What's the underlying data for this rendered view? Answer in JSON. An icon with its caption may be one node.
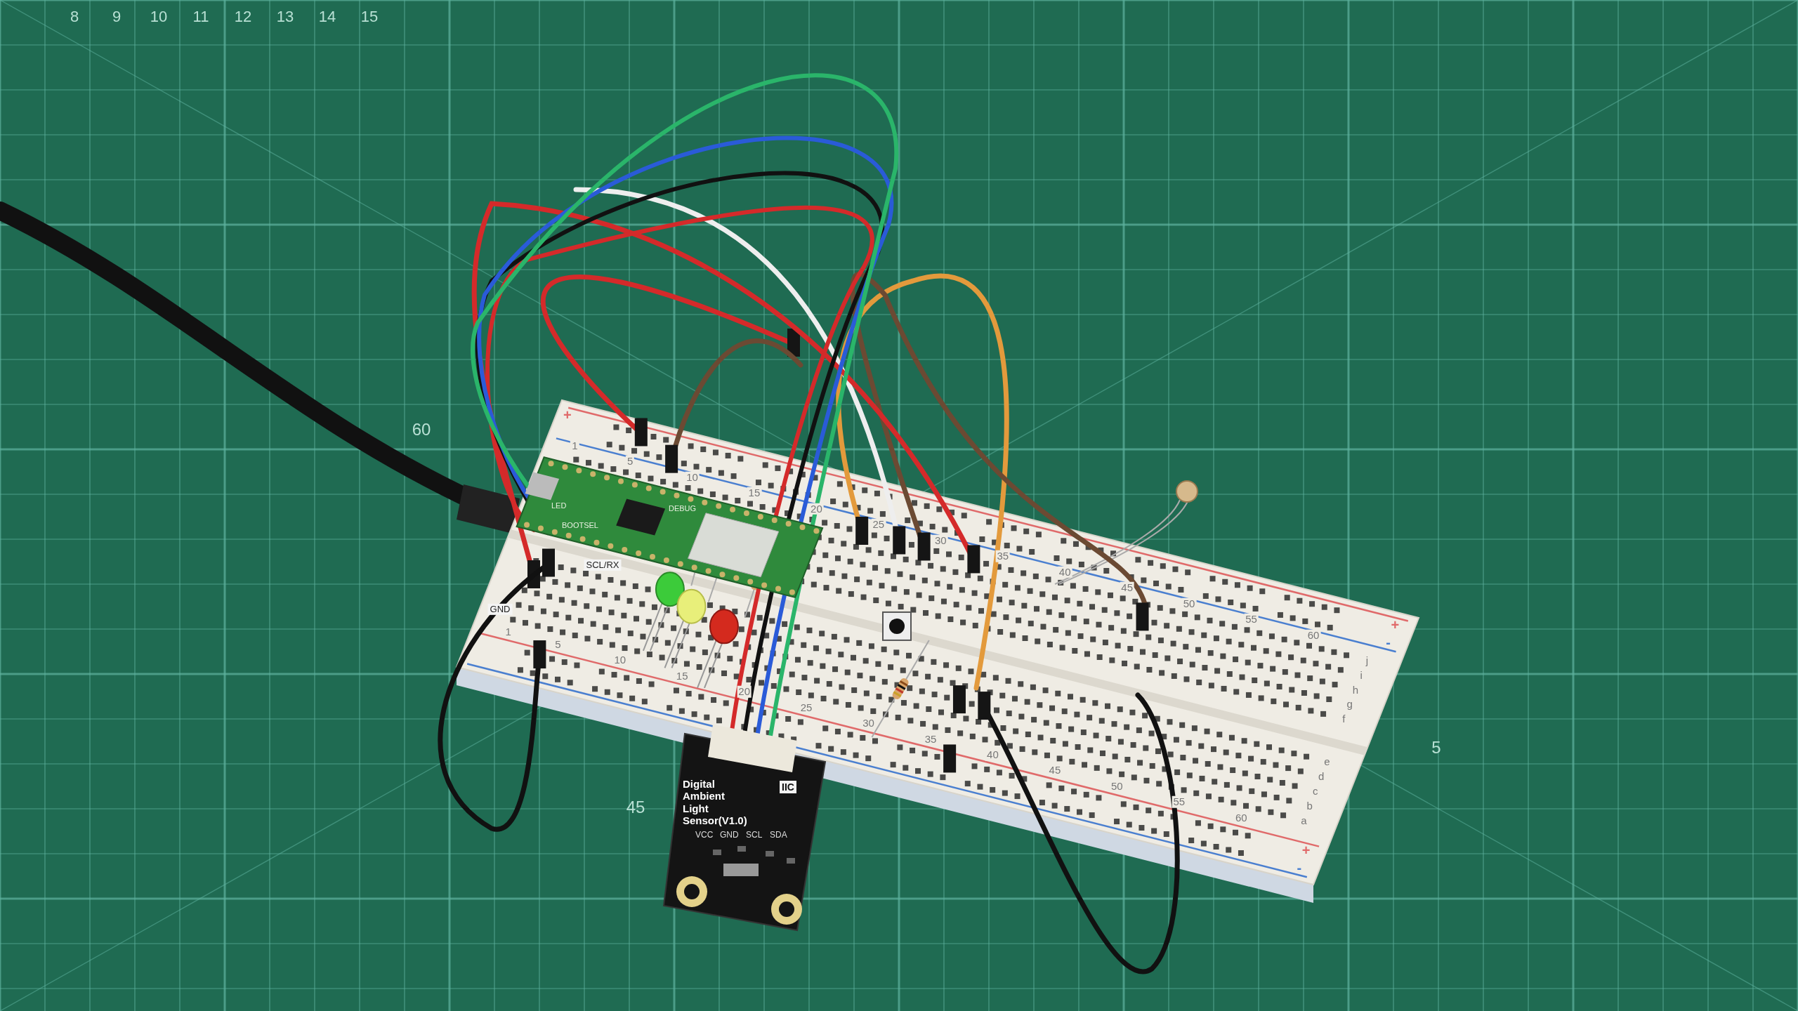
{
  "diagram": {
    "nodes": [
      {
        "text": [
          "Digital Ambient Light Sensor(V1.0)",
          "IIC",
          "VCC",
          "GND",
          "SCL",
          "SDA"
        ]
      },
      {
        "text": [
          "LED",
          "DEBUG",
          "BOOTSEL"
        ]
      }
    ],
    "edges": [
      {
        "from": 0,
        "to": 1,
        "arrow": "none",
        "color": "#d42a2a"
      },
      {
        "from": 0,
        "to": 1,
        "arrow": "none",
        "color": "#111111"
      },
      {
        "from": 0,
        "to": 1,
        "arrow": "none",
        "color": "#2a5bd8"
      },
      {
        "from": 0,
        "to": 1,
        "arrow": "none",
        "color": "#2ab56a"
      }
    ],
    "labels": [
      "8",
      "9",
      "10",
      "11",
      "12",
      "13",
      "14",
      "15",
      "60",
      "1",
      "5",
      "10",
      "15",
      "20",
      "25",
      "30",
      "35",
      "40",
      "45",
      "50",
      "55",
      "60",
      "1",
      "5",
      "10",
      "15",
      "20",
      "25",
      "30",
      "35",
      "40",
      "45",
      "50",
      "55",
      "60",
      "j",
      "i",
      "h",
      "g",
      "f",
      "e",
      "d",
      "c",
      "b",
      "a",
      "+",
      "+",
      "-",
      "+",
      "-",
      "SCL/RX",
      "GND",
      "45",
      "5"
    ]
  }
}
